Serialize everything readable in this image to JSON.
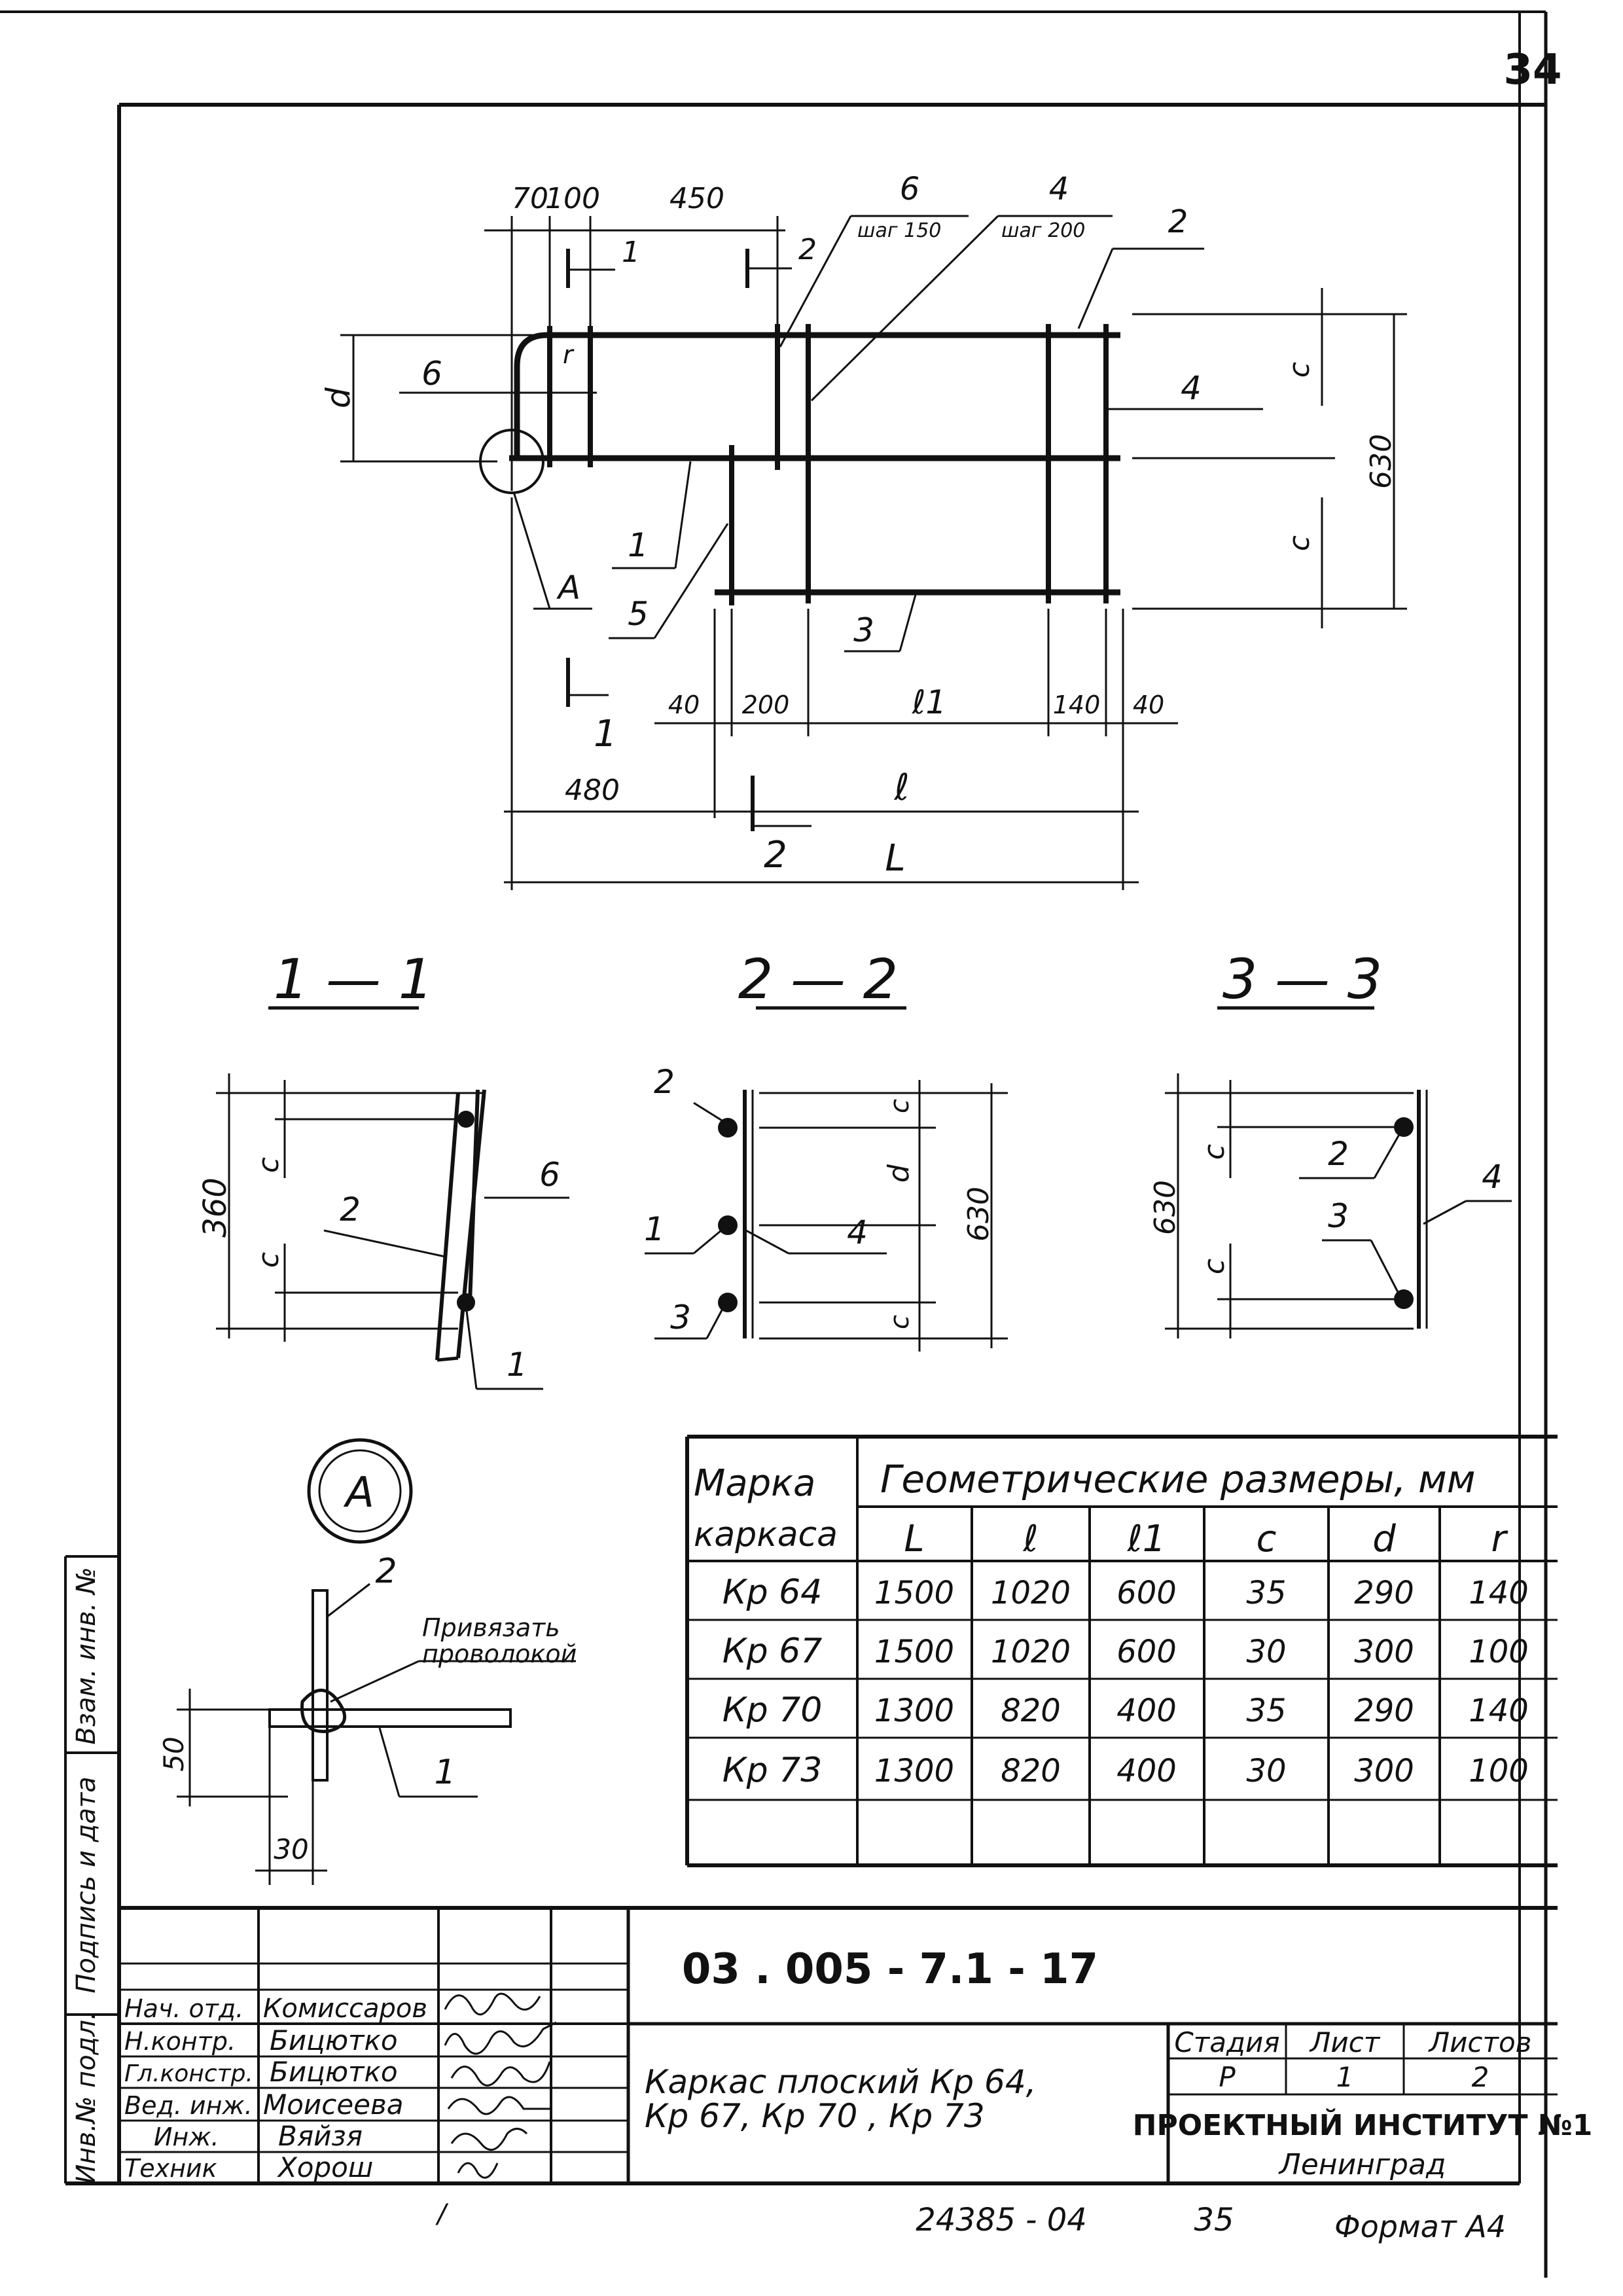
{
  "sheet_number": "34",
  "plan_view": {
    "dims_top": [
      "70",
      "100",
      "450"
    ],
    "step_6": "шаг 150",
    "step_4": "шаг 200",
    "leaders_top": [
      "6",
      "4",
      "2"
    ],
    "label_d": "d",
    "label_r": "r",
    "label_6": "6",
    "label_4": "4",
    "label_c_top": "c",
    "label_c_bottom": "c",
    "dim_630": "630",
    "label_1": "1",
    "label_5": "5",
    "label_3": "3",
    "node_a": "A",
    "dims_bottom": [
      "40",
      "200",
      "ℓ1",
      "140",
      "40"
    ],
    "dim_480": "480",
    "dim_l": "ℓ",
    "dim_L": "L",
    "cut_1": "1",
    "cut_2": "2"
  },
  "sections": {
    "s11": {
      "title": "1 — 1",
      "dim": "360",
      "c1": "c",
      "c2": "c",
      "lbl_2": "2",
      "lbl_6": "6",
      "lbl_1": "1"
    },
    "s22": {
      "title": "2 — 2",
      "dim": "630",
      "c1": "c",
      "c2": "c",
      "d": "d",
      "lbl_2": "2",
      "lbl_1": "1",
      "lbl_3": "3",
      "lbl_4": "4"
    },
    "s33": {
      "title": "3 — 3",
      "dim": "630",
      "c1": "c",
      "c2": "c",
      "lbl_2": "2",
      "lbl_3": "3",
      "lbl_4": "4"
    }
  },
  "node_a": {
    "title": "A",
    "lbl_2": "2",
    "lbl_1": "1",
    "note": [
      "Привязать",
      "проволокой"
    ],
    "dim_50": "50",
    "dim_30": "30"
  },
  "table": {
    "header_col": [
      "Марка",
      "каркаса"
    ],
    "header_group": "Геометрические   размеры, мм",
    "columns": [
      "L",
      "ℓ",
      "ℓ1",
      "c",
      "d",
      "r"
    ],
    "rows": [
      [
        "Кр 64",
        "1500",
        "1020",
        "600",
        "35",
        "290",
        "140"
      ],
      [
        "Кр 67",
        "1500",
        "1020",
        "600",
        "30",
        "300",
        "100"
      ],
      [
        "Кр 70",
        "1300",
        "820",
        "400",
        "35",
        "290",
        "140"
      ],
      [
        "Кр 73",
        "1300",
        "820",
        "400",
        "30",
        "300",
        "100"
      ]
    ]
  },
  "side_stamp": [
    "Инв.№ подл.",
    "Подпись и дата",
    "Взам. инв. №"
  ],
  "title_block": {
    "code": "03 . 005 - 7.1 - 17",
    "roles": [
      "Нач. отд.",
      "Н.контр.",
      "Гл.констр.",
      "Вед. инж.",
      "Инж.",
      "Техник"
    ],
    "names": [
      "Комиссаров",
      "Бицютко",
      "Бицютко",
      "Моисеева",
      "Вяйзя",
      "Хорош"
    ],
    "description": [
      "Каркас плоский  Кр 64,",
      "Кр 67,   Кр 70 , Кр 73"
    ],
    "stage_header": [
      "Стадия",
      "Лист",
      "Листов"
    ],
    "stage_values": [
      "Р",
      "1",
      "2"
    ],
    "org": "ПРОЕКТНЫЙ ИНСТИТУТ №1",
    "city": "Ленинград"
  },
  "footer": {
    "tick": "/",
    "number": "24385 - 04",
    "page": "35",
    "format": "Формат А4"
  }
}
